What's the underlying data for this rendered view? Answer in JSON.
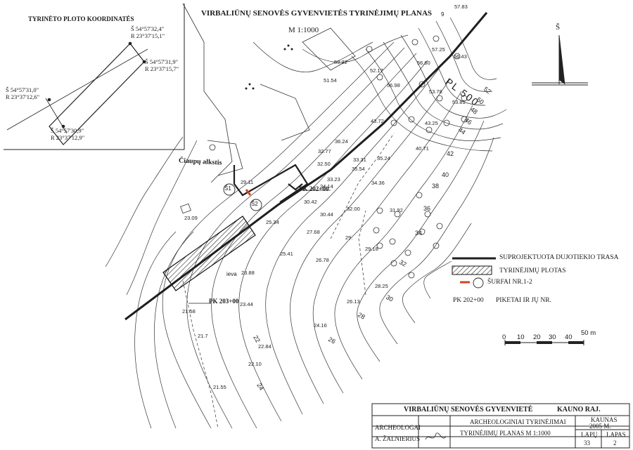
{
  "title": "VIRBALIŪNŲ SENOVĖS GYVENVIETĖS TYRINĖJIMŲ PLANAS",
  "scale_text": "M 1:1000",
  "inset": {
    "title": "TYRINĖTO PLOTO KOORDINATĖS",
    "coords": [
      {
        "lat": "Š 54°57'32,4\"",
        "lon": "R 23°37'15,1\""
      },
      {
        "lat": "Š 54°57'31,9\"",
        "lon": "R 23°37'15,7\""
      },
      {
        "lat": "Š 54°57'31,0\"",
        "lon": "R 23°37'12,6\""
      },
      {
        "lat": "Š 54°57'30,9\"",
        "lon": "R 23°37'12,9\""
      }
    ]
  },
  "north_label": "Š",
  "map_labels": {
    "street": "Čiaupų alkstis",
    "pk1": "PK 202+00",
    "pk2": "PK 203+00",
    "pit1": "Š1",
    "pit2": "Š2",
    "pipe_code": "PL 500",
    "ieva": "ieva",
    "gully": "9"
  },
  "elevations": [
    "57.83",
    "57.25",
    "56.43",
    "56.60",
    "53.22",
    "52.17",
    "51.54",
    "56.98",
    "53.78",
    "53.81",
    "43.72",
    "43.25",
    "40.71",
    "36.24",
    "32.77",
    "32.50",
    "33.31",
    "35.54",
    "35.24",
    "33.23",
    "34.36",
    "34.14",
    "30.42",
    "30.44",
    "31.92",
    "32.00",
    "29.11",
    "25.34",
    "23.09",
    "27.68",
    "29.",
    "29.18",
    "25.41",
    "26.78",
    "23.88",
    "28.25",
    "23.44",
    "26.13",
    "21.58",
    "24.16",
    "22.84",
    "21.7",
    "22.10",
    "21.55"
  ],
  "contour_labels": [
    "52",
    "50",
    "48",
    "46",
    "44",
    "42",
    "40",
    "38",
    "36",
    "34",
    "32",
    "30",
    "28",
    "26",
    "24",
    "22"
  ],
  "legend": [
    {
      "key": "trasa",
      "text": "SUPROJEKTUOTA DUJOTIEKIO TRASA"
    },
    {
      "key": "plotas",
      "text": "TYRINĖJIMŲ PLOTAS"
    },
    {
      "key": "surfai",
      "text": "ŠURFAI NR.1-2"
    },
    {
      "key": "piketai",
      "symbol": "PK 202+00",
      "text": "PIKETAI IR JŲ NR."
    }
  ],
  "scalebar": {
    "ticks": [
      "0",
      "10",
      "20",
      "30",
      "40",
      "50 m"
    ]
  },
  "title_block": {
    "site": "VIRBALIŪNŲ SENOVĖS GYVENVIETĖ",
    "district": "KAUNO RAJ.",
    "role": "ARCHEOLOGAI",
    "person": "A. ŽALNIERIUS",
    "work": "ARCHEOLOGINIAI TYRINĖJIMAI",
    "city": "KAUNAS",
    "year": "2005 M.",
    "drawing": "TYRINĖJIMŲ PLANAS  M 1:1000",
    "sheets_label": "LAPŲ",
    "sheet_label": "LAPAS",
    "sheets": "33",
    "sheet": "2"
  },
  "colors": {
    "ink": "#1a1a1a",
    "trench": "#222222",
    "pit": "#d2451e",
    "paper": "#ffffff"
  }
}
